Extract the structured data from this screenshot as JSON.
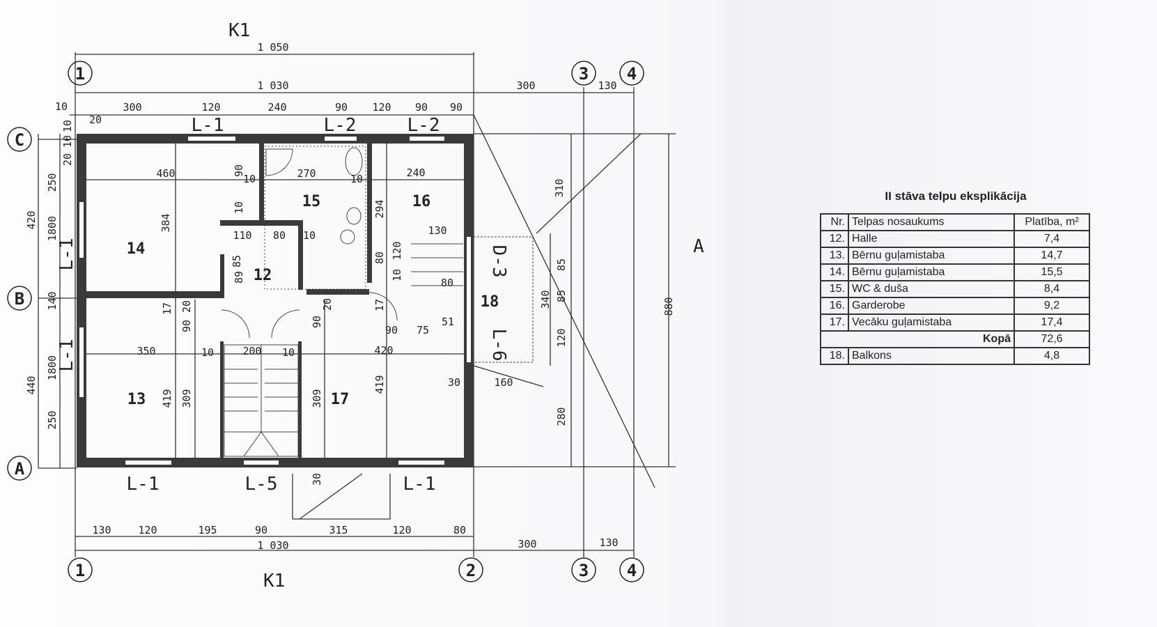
{
  "section_marks": {
    "top": "K1",
    "bottom": "K1",
    "side": "A"
  },
  "grid_axes": {
    "top": [
      "1",
      "3",
      "4"
    ],
    "bottom": [
      "1",
      "2",
      "3",
      "4"
    ],
    "left": [
      "C",
      "B",
      "A"
    ]
  },
  "dims_top": {
    "overall_1": "1 050",
    "overall_2": "1 030",
    "right_1": "300",
    "right_2": "130",
    "row": [
      "10",
      "20",
      "300",
      "120",
      "240",
      "90",
      "120",
      "90",
      "90"
    ]
  },
  "dims_bottom": {
    "row": [
      "130",
      "120",
      "195",
      "90",
      "315",
      "120",
      "80"
    ],
    "overall": "1 030",
    "right_1": "300",
    "right_2": "130"
  },
  "dims_left": [
    "10",
    "10",
    "20",
    "250",
    "420",
    "140",
    "440",
    "250",
    "1800",
    "1800"
  ],
  "dims_interior": [
    "460",
    "384",
    "270",
    "240",
    "294",
    "90",
    "10",
    "10",
    "10",
    "110",
    "80",
    "10",
    "130",
    "85",
    "89",
    "120",
    "10",
    "80",
    "80",
    "17",
    "90",
    "20",
    "20",
    "90",
    "17",
    "90",
    "75",
    "51",
    "350",
    "10",
    "200",
    "10",
    "420",
    "419",
    "309",
    "309",
    "419",
    "30",
    "160",
    "30",
    "310",
    "85",
    "340",
    "85",
    "120",
    "280",
    "880"
  ],
  "openings": {
    "top": [
      "L-1",
      "L-2",
      "L-2"
    ],
    "bottom": [
      "L-1",
      "L-5",
      "L-1"
    ],
    "left": [
      "L-1",
      "L-1"
    ],
    "right": [
      "D-3",
      "L-6"
    ]
  },
  "rooms": [
    "14",
    "15",
    "16",
    "12",
    "13",
    "17",
    "18"
  ],
  "explication": {
    "title": "II stāva telpu eksplikācija",
    "headers": [
      "Nr.",
      "Telpas nosaukums",
      "Platība, m²"
    ],
    "rows": [
      {
        "nr": "12.",
        "name": "Halle",
        "area": "7,4"
      },
      {
        "nr": "13.",
        "name": "Bērnu guļamistaba",
        "area": "14,7"
      },
      {
        "nr": "14.",
        "name": "Bērnu guļamistaba",
        "area": "15,5"
      },
      {
        "nr": "15.",
        "name": "WC & duša",
        "area": "8,4"
      },
      {
        "nr": "16.",
        "name": "Garderobe",
        "area": "9,2"
      },
      {
        "nr": "17.",
        "name": "Vecāku guļamistaba",
        "area": "17,4"
      }
    ],
    "total_label": "Kopā",
    "total_value": "72,6",
    "extra": {
      "nr": "18.",
      "name": "Balkons",
      "area": "4,8"
    }
  }
}
